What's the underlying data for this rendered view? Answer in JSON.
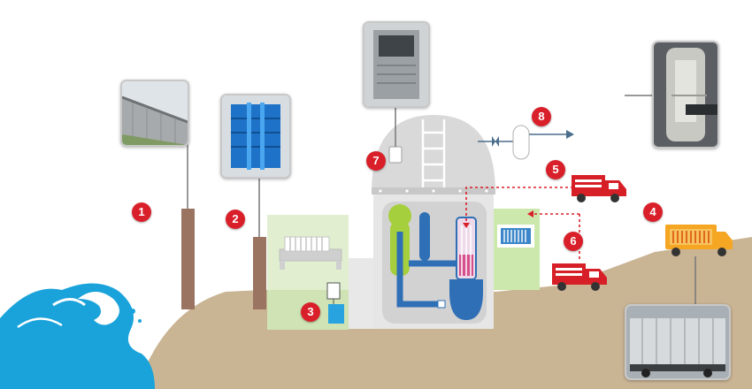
{
  "badges": [
    "1",
    "2",
    "3",
    "4",
    "5",
    "6",
    "7",
    "8"
  ],
  "colors": {
    "badge": "#d9202a",
    "ground": "#c9b494",
    "wave": "#1aa3db",
    "dome": "#d9d9d9",
    "building": "#e3e3e3",
    "pipe": "#2f6fb5",
    "aux_building": "#cde8ad",
    "truck_red": "#d61f26",
    "truck_orange": "#f5a623",
    "dashed_line": "#d9202a"
  }
}
